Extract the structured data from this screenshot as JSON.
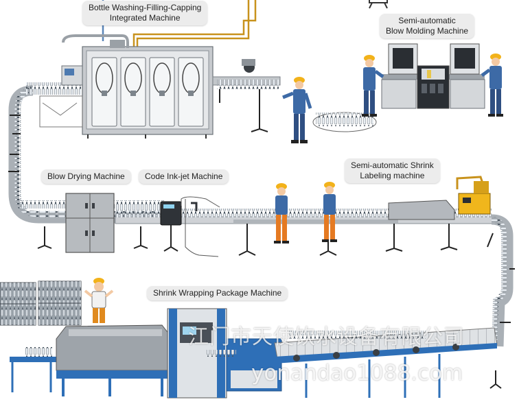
{
  "labels": {
    "washing_filling_capping": [
      "Bottle Washing-Filling-Capping",
      "Integrated Machine"
    ],
    "blow_molding": [
      "Semi-automatic",
      "Blow Molding Machine"
    ],
    "blow_drying": "Blow Drying Machine",
    "code_inkjet": "Code Ink-jet Machine",
    "shrink_labeling": [
      "Semi-automatic Shrink",
      "Labeling machine"
    ],
    "shrink_wrapping": "Shrink Wrapping Package Machine"
  },
  "watermark": {
    "chinese": "江门市天使饮水设备有限公司",
    "url": "yonandao1088.com"
  },
  "colors": {
    "machine_gray": "#b9bcc0",
    "conveyor_steel": "#cfd2d6",
    "blue_frame": "#2e6fb7",
    "worker_shirt": "#3d6aa6",
    "helmet": "#f2b21a",
    "gold_pipe": "#c8921c",
    "labeler_yellow": "#f0b61c"
  },
  "icons": [
    "worker-icon",
    "bottle-icon",
    "helmet-icon"
  ]
}
